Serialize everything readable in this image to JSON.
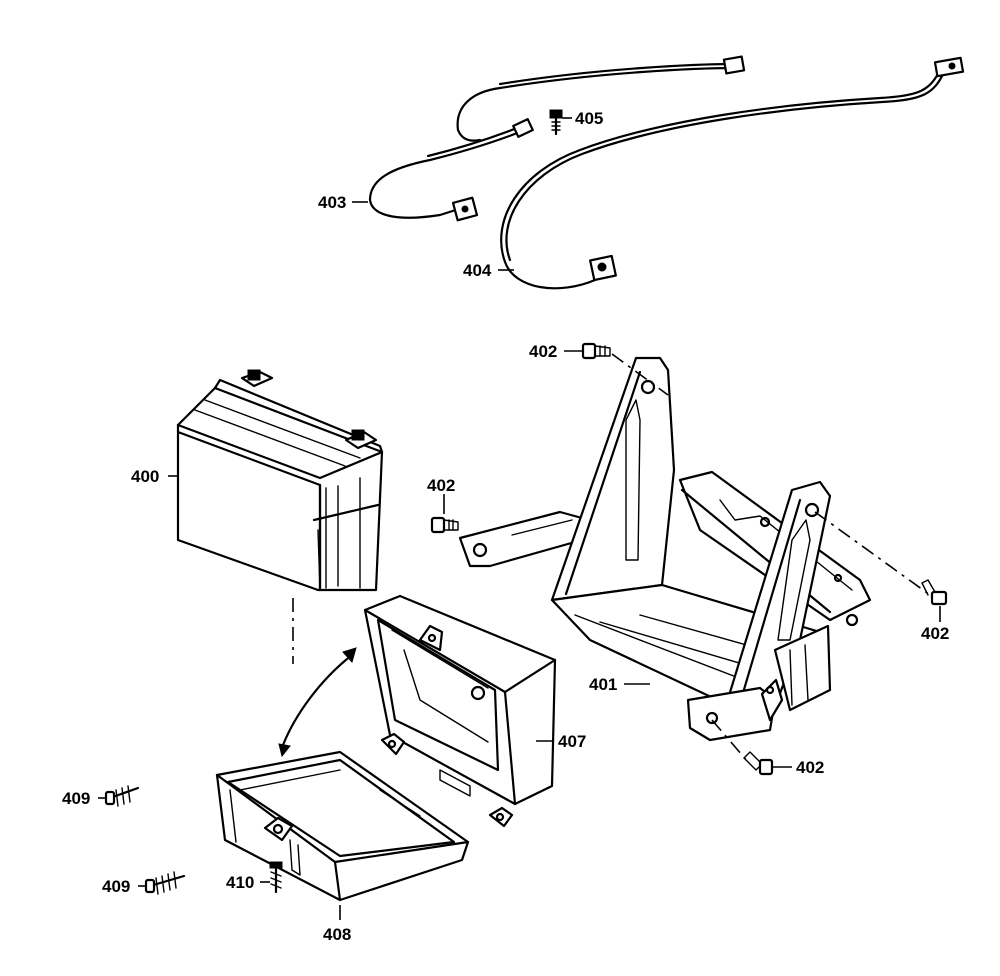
{
  "callouts": {
    "c400": "400",
    "c401": "401",
    "c402a": "402",
    "c402b": "402",
    "c402c": "402",
    "c402d": "402",
    "c403": "403",
    "c404": "404",
    "c405": "405",
    "c407": "407",
    "c408": "408",
    "c409a": "409",
    "c409b": "409",
    "c410": "410"
  },
  "colors": {
    "ink": "#000000",
    "paper": "#ffffff"
  }
}
